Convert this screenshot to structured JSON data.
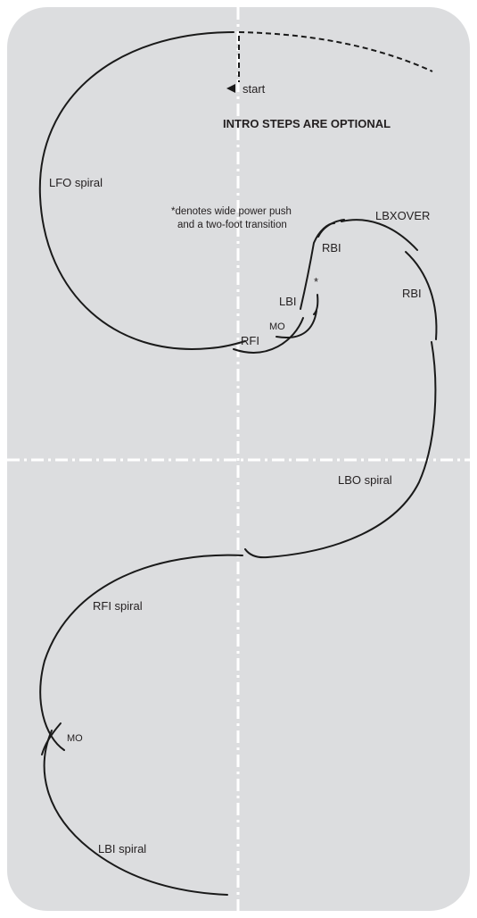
{
  "diagram": {
    "header_note": "INTRO STEPS ARE OPTIONAL",
    "start_label": "start",
    "footnote_line1": "*denotes wide power push",
    "footnote_line2": "and a two-foot transition",
    "asterisk": "*",
    "labels": {
      "lfo_spiral": "LFO spiral",
      "lbxover": "LBXOVER",
      "rbi_upper": "RBI",
      "rbi_right": "RBI",
      "lbi_upper": "LBI",
      "mo_upper": "MO",
      "rfi_upper": "RFI",
      "lbo_spiral": "LBO spiral",
      "rfi_spiral": "RFI spiral",
      "mo_lower": "MO",
      "lbi_spiral": "LBI spiral"
    },
    "colors": {
      "rink": "#dcdddf",
      "lines": "#1a1a1a",
      "axes": "#ffffff"
    }
  }
}
